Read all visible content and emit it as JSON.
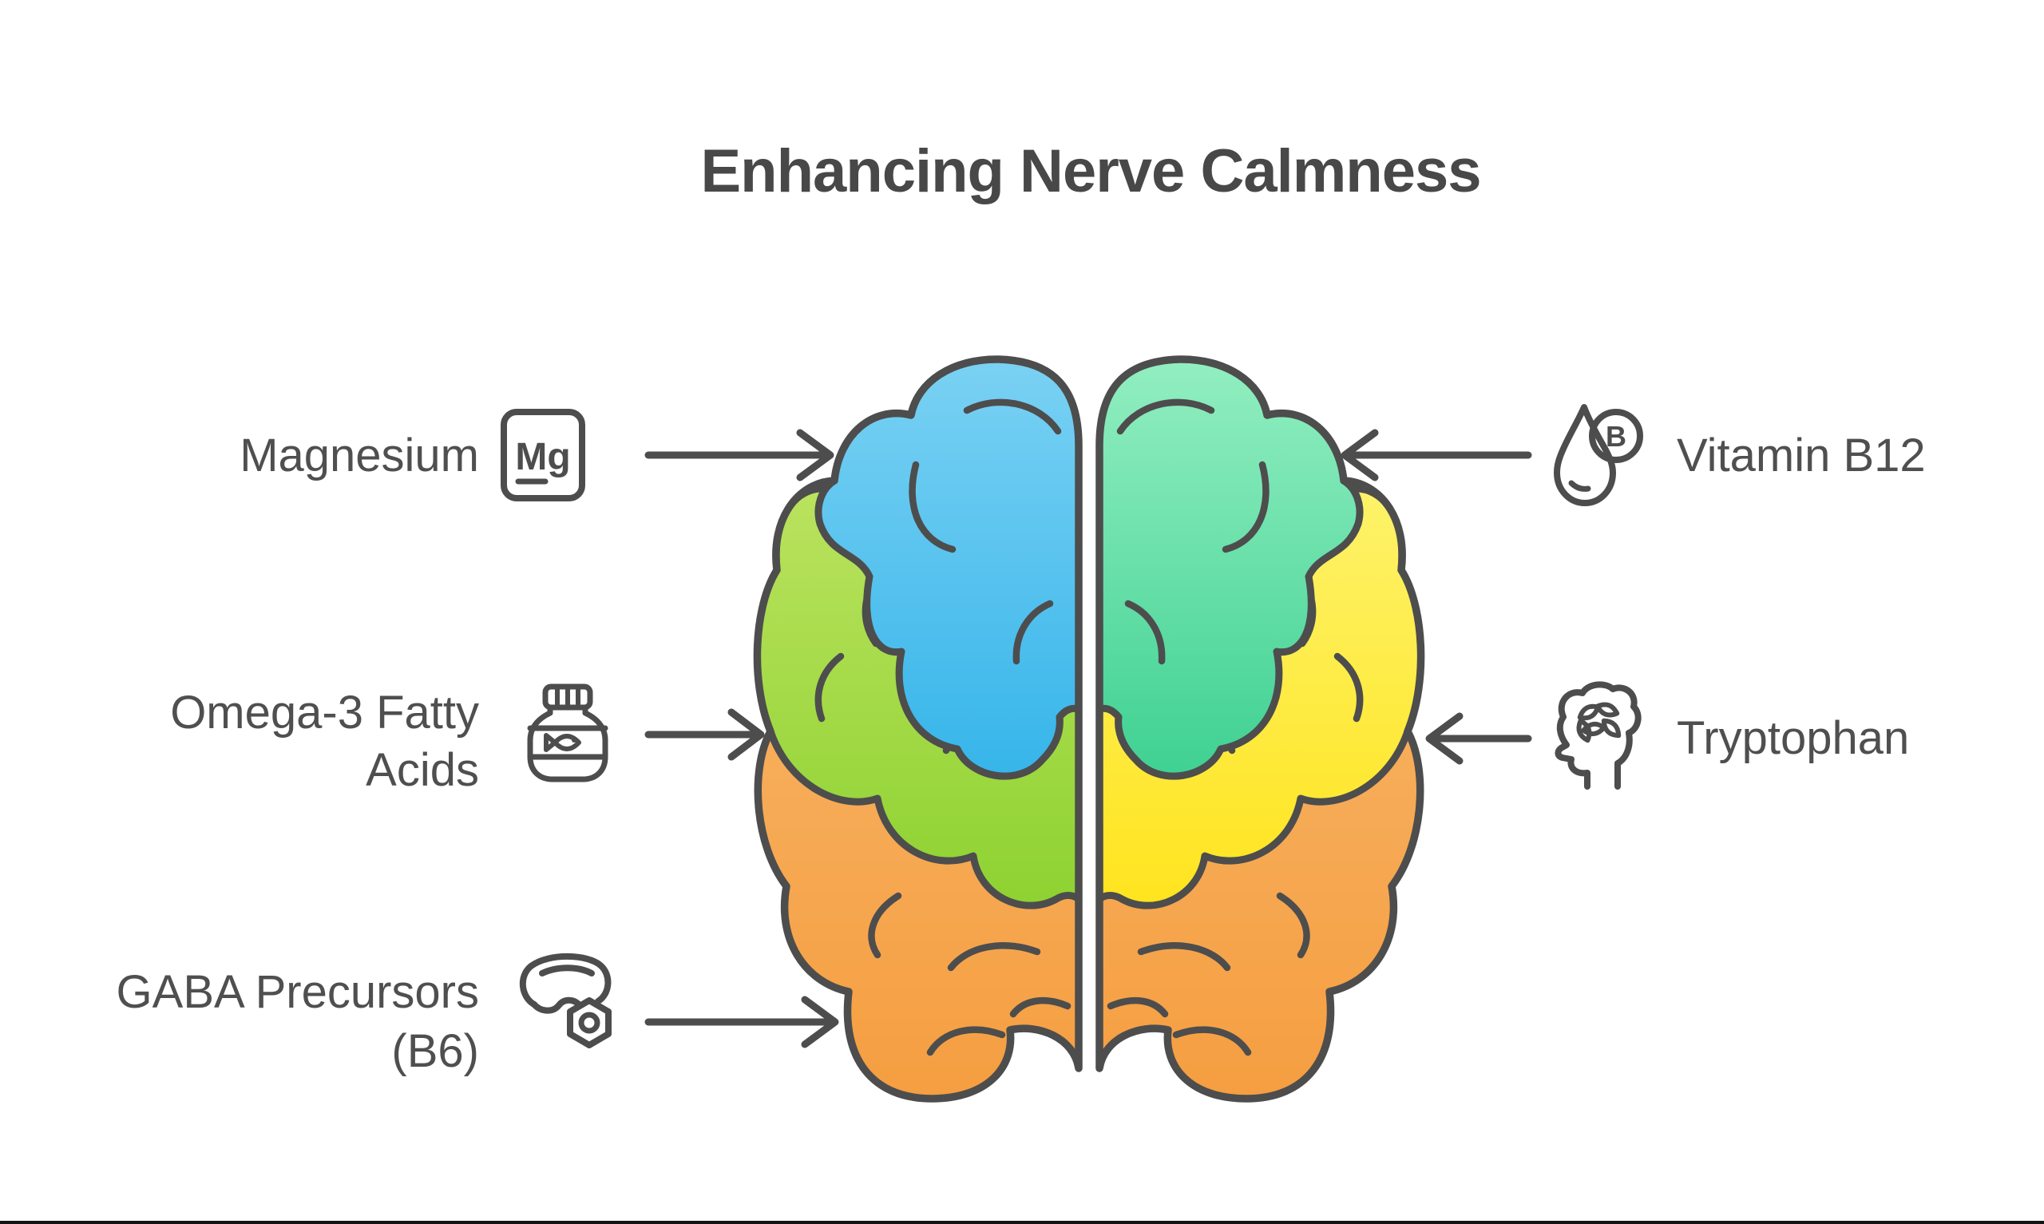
{
  "title": "Enhancing Nerve Calmness",
  "colors": {
    "outline": "#4d4d4d",
    "text": "#4f4f4f",
    "title": "#484848",
    "background": "#ffffff"
  },
  "brain": {
    "left": {
      "frontal_top": "#7ad1f3",
      "frontal_bottom": "#36b5ea",
      "parietal_top": "#bfe463",
      "parietal_bottom": "#8ed231",
      "temporal_top": "#f9bd74",
      "temporal_bottom": "#f59e41"
    },
    "right": {
      "frontal_top": "#92eec0",
      "frontal_bottom": "#3fd192",
      "parietal_top": "#fdf472",
      "parietal_bottom": "#ffe41e"
    }
  },
  "left_items": [
    {
      "label_lines": [
        "Magnesium"
      ],
      "icon": "magnesium-element-icon",
      "icon_text": "Mg"
    },
    {
      "label_lines": [
        "Omega-3 Fatty",
        "Acids"
      ],
      "icon": "fish-oil-bottle-icon"
    },
    {
      "label_lines": [
        "GABA Precursors",
        "(B6)"
      ],
      "icon": "sleep-mask-b6-icon"
    }
  ],
  "right_items": [
    {
      "label_lines": [
        "Vitamin B12"
      ],
      "icon": "vitamin-b-droplet-icon",
      "icon_text": "B"
    },
    {
      "label_lines": [
        "Tryptophan"
      ],
      "icon": "head-with-seeds-icon"
    }
  ]
}
